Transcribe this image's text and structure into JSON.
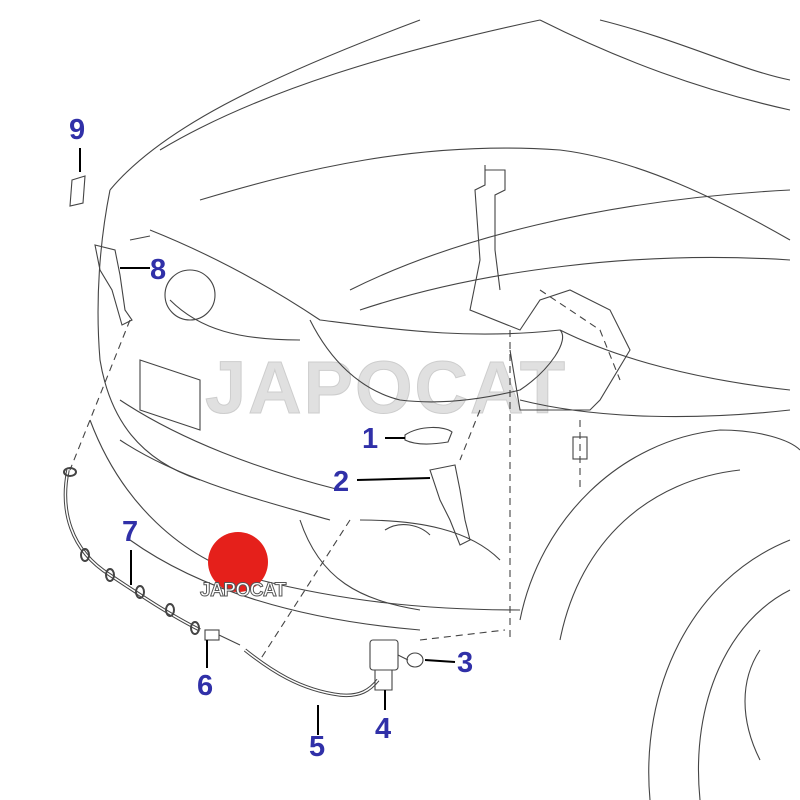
{
  "diagram": {
    "watermark": "JAPOCAT",
    "logo_text": "JAPOCAT",
    "callouts": [
      "1",
      "2",
      "3",
      "4",
      "5",
      "6",
      "7",
      "8",
      "9"
    ],
    "label_color": "#3030a8",
    "logo_color": "#e5201b"
  }
}
